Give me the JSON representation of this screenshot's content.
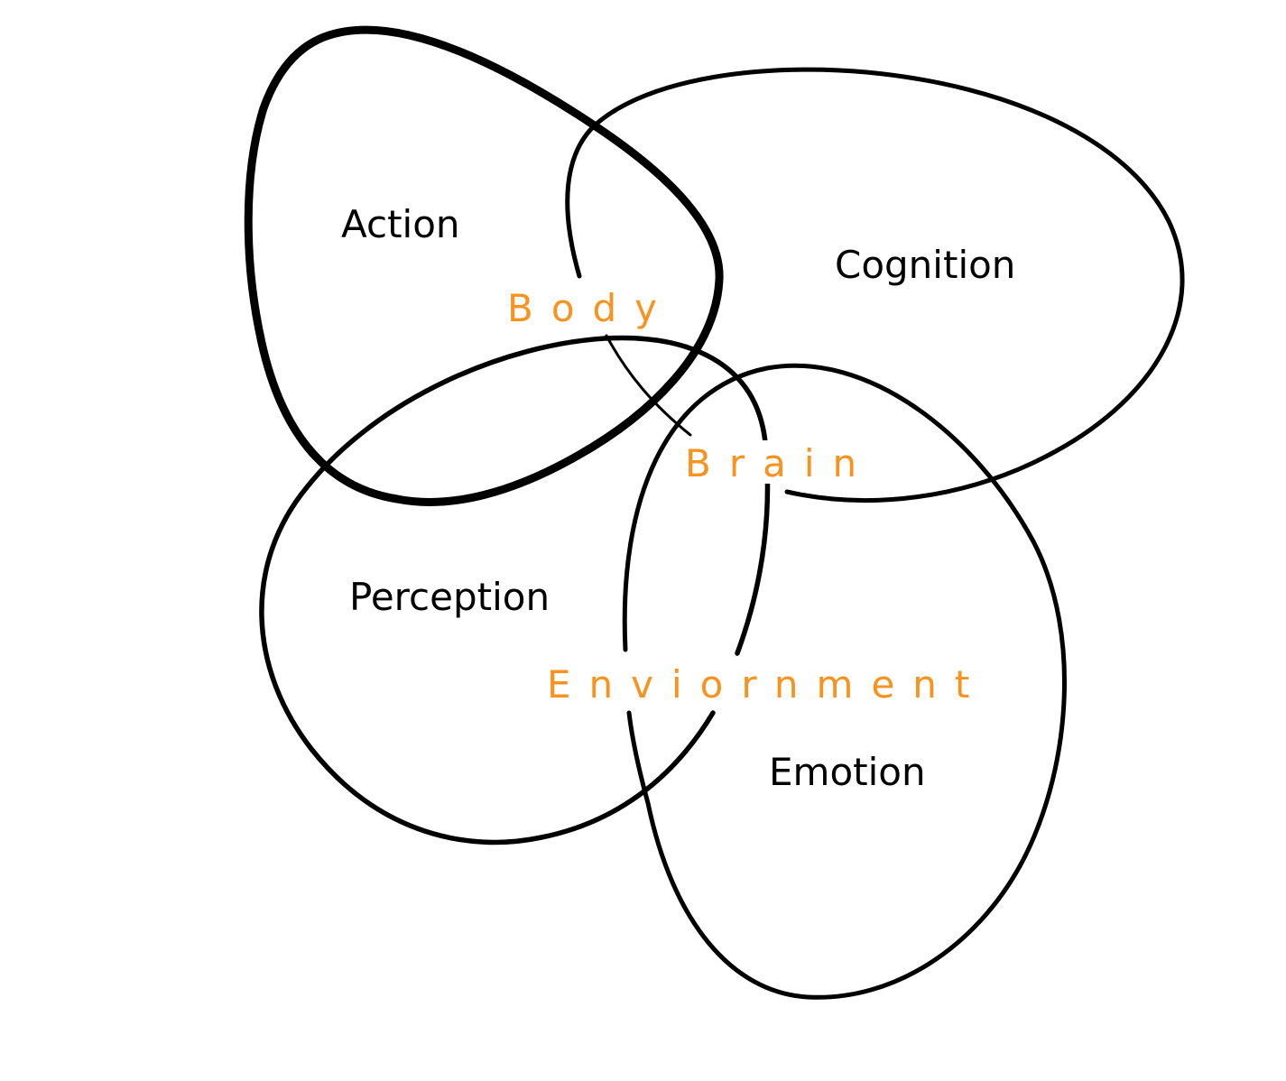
{
  "diagram": {
    "regions": {
      "action": "Action",
      "cognition": "Cognition",
      "perception": "Perception",
      "emotion": "Emotion"
    },
    "overlaps": {
      "body": "Body",
      "brain": "Brain",
      "environment": "Enviornment"
    }
  },
  "colors": {
    "outline": "#000000",
    "accent": "#f7931e",
    "background": "#ffffff"
  }
}
